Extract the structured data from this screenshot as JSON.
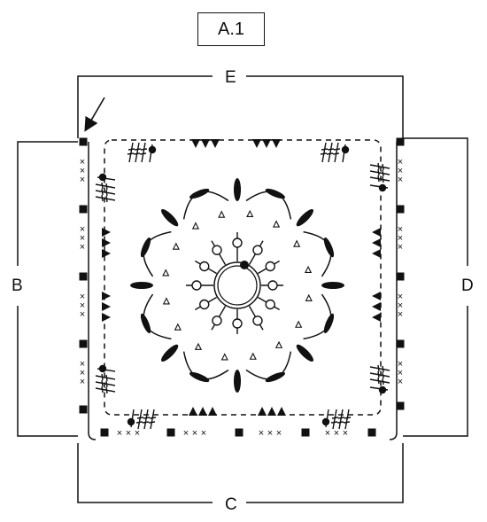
{
  "title": "A.1",
  "sides": {
    "top": "E",
    "left": "B",
    "right": "D",
    "bottom": "C"
  },
  "symbols": {
    "corner_square": "■",
    "sc_x": "×",
    "triangle_up": "▲",
    "triangle_down": "▼",
    "triangle_right": "▶",
    "triangle_left": "◀",
    "small_triangle": "▵",
    "arrow": "start-arrow-icon"
  },
  "colors": {
    "ink": "#111111",
    "paper": "#ffffff"
  }
}
